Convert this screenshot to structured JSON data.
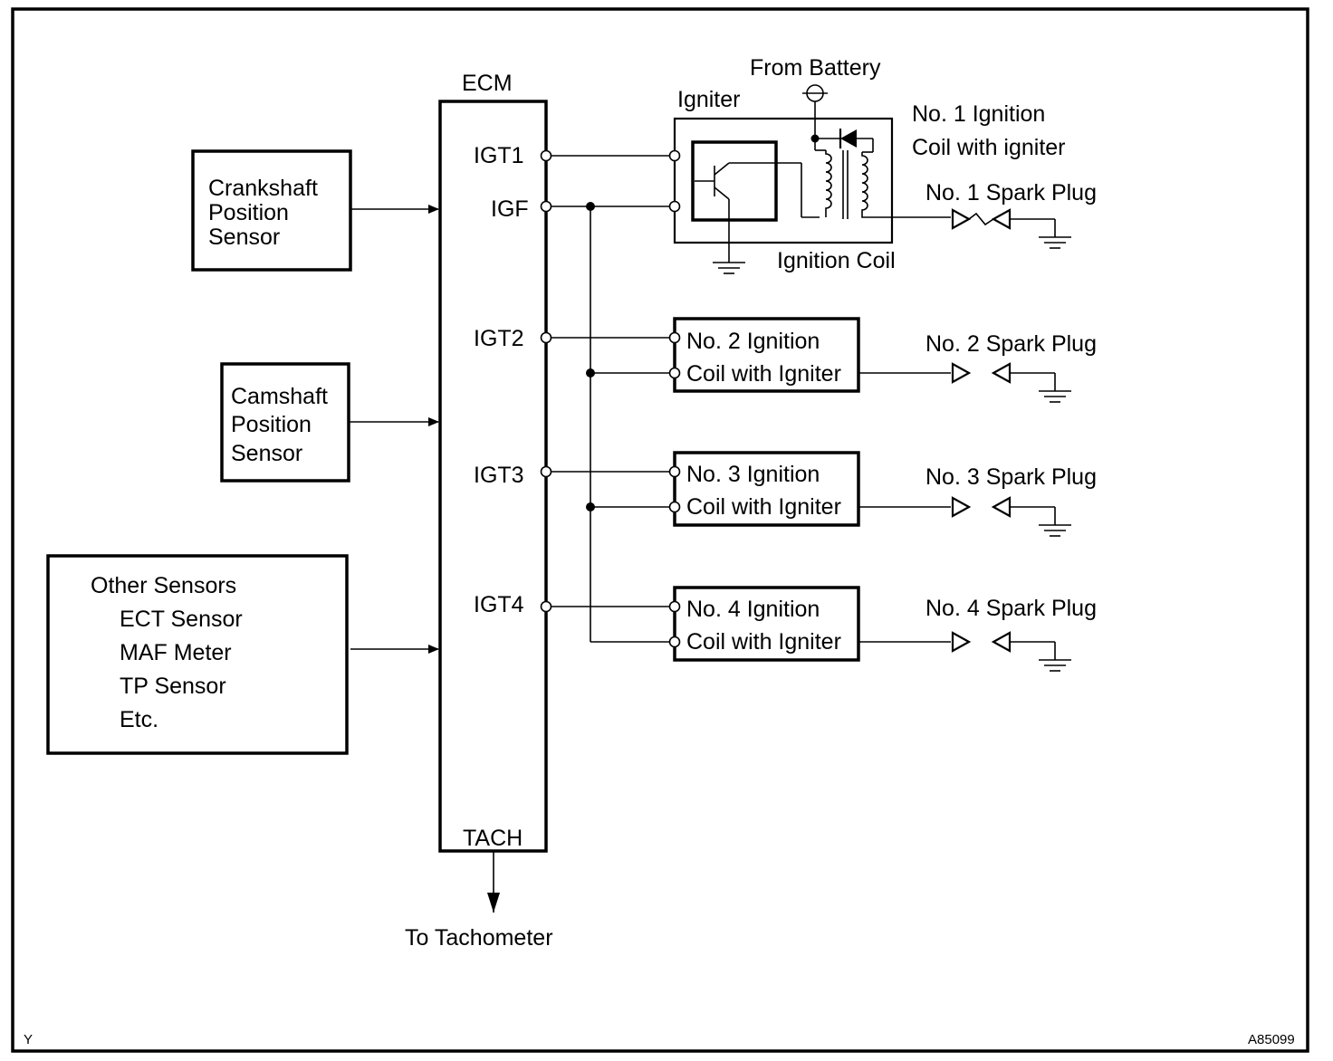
{
  "sensors": {
    "crankshaft": [
      "Crankshaft",
      "Position",
      "Sensor"
    ],
    "camshaft": [
      "Camshaft",
      "Position",
      "Sensor"
    ],
    "other_title": "Other Sensors",
    "other_items": [
      "ECT Sensor",
      "MAF Meter",
      "TP Sensor",
      "Etc."
    ]
  },
  "ecm": {
    "title": "ECM",
    "pins": {
      "igt1": "IGT1",
      "igf": "IGF",
      "igt2": "IGT2",
      "igt3": "IGT3",
      "igt4": "IGT4",
      "tach": "TACH"
    },
    "tach_output": "To Tachometer"
  },
  "coil1": {
    "igniter": "Igniter",
    "battery": "From Battery",
    "name": [
      "No. 1 Ignition",
      "Coil with igniter"
    ],
    "ignition_coil": "Ignition Coil"
  },
  "coils": [
    {
      "line1": "No. 2 Ignition",
      "line2": "Coil with Igniter"
    },
    {
      "line1": "No. 3 Ignition",
      "line2": "Coil with Igniter"
    },
    {
      "line1": "No. 4 Ignition",
      "line2": "Coil with Igniter"
    }
  ],
  "spark_plugs": [
    "No. 1 Spark Plug",
    "No. 2 Spark Plug",
    "No. 3 Spark Plug",
    "No. 4 Spark Plug"
  ],
  "corner": {
    "left": "Y",
    "right": "A85099"
  }
}
